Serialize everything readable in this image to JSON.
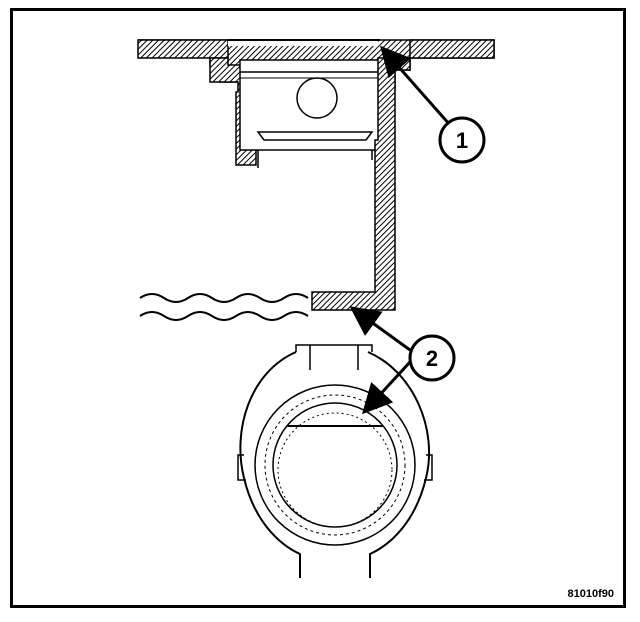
{
  "figure": {
    "figure_id": "81010f90",
    "callouts": [
      {
        "number": "1"
      },
      {
        "number": "2"
      }
    ]
  },
  "colors": {
    "line": "#000000",
    "background": "#ffffff",
    "hatch": "#000000"
  }
}
